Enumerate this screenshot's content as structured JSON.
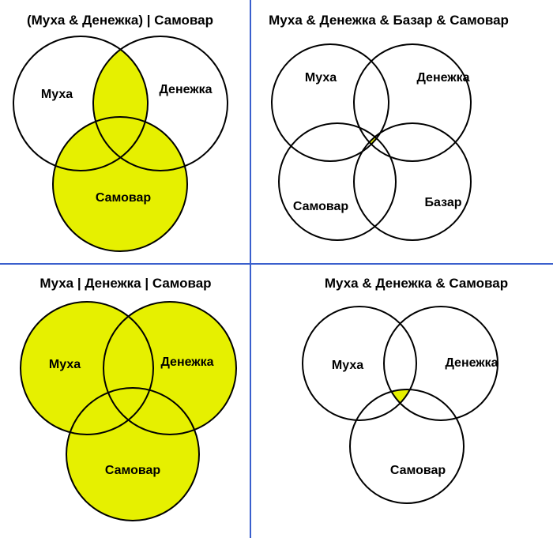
{
  "colors": {
    "highlight": "#e6f000",
    "divider": "#3a5fcd",
    "outline": "#000000"
  },
  "panels": {
    "top_left": {
      "title": "(Муха & Денежка) | Самовар",
      "labels": {
        "a": "Муха",
        "b": "Денежка",
        "c": "Самовар"
      }
    },
    "top_right": {
      "title": "Муха & Денежка & Базар & Самовар",
      "labels": {
        "a": "Муха",
        "b": "Денежка",
        "c": "Самовар",
        "d": "Базар"
      }
    },
    "bottom_left": {
      "title": "Муха | Денежка | Самовар",
      "labels": {
        "a": "Муха",
        "b": "Денежка",
        "c": "Самовар"
      }
    },
    "bottom_right": {
      "title": "Муха & Денежка & Самовар",
      "labels": {
        "a": "Муха",
        "b": "Денежка",
        "c": "Самовар"
      }
    }
  }
}
